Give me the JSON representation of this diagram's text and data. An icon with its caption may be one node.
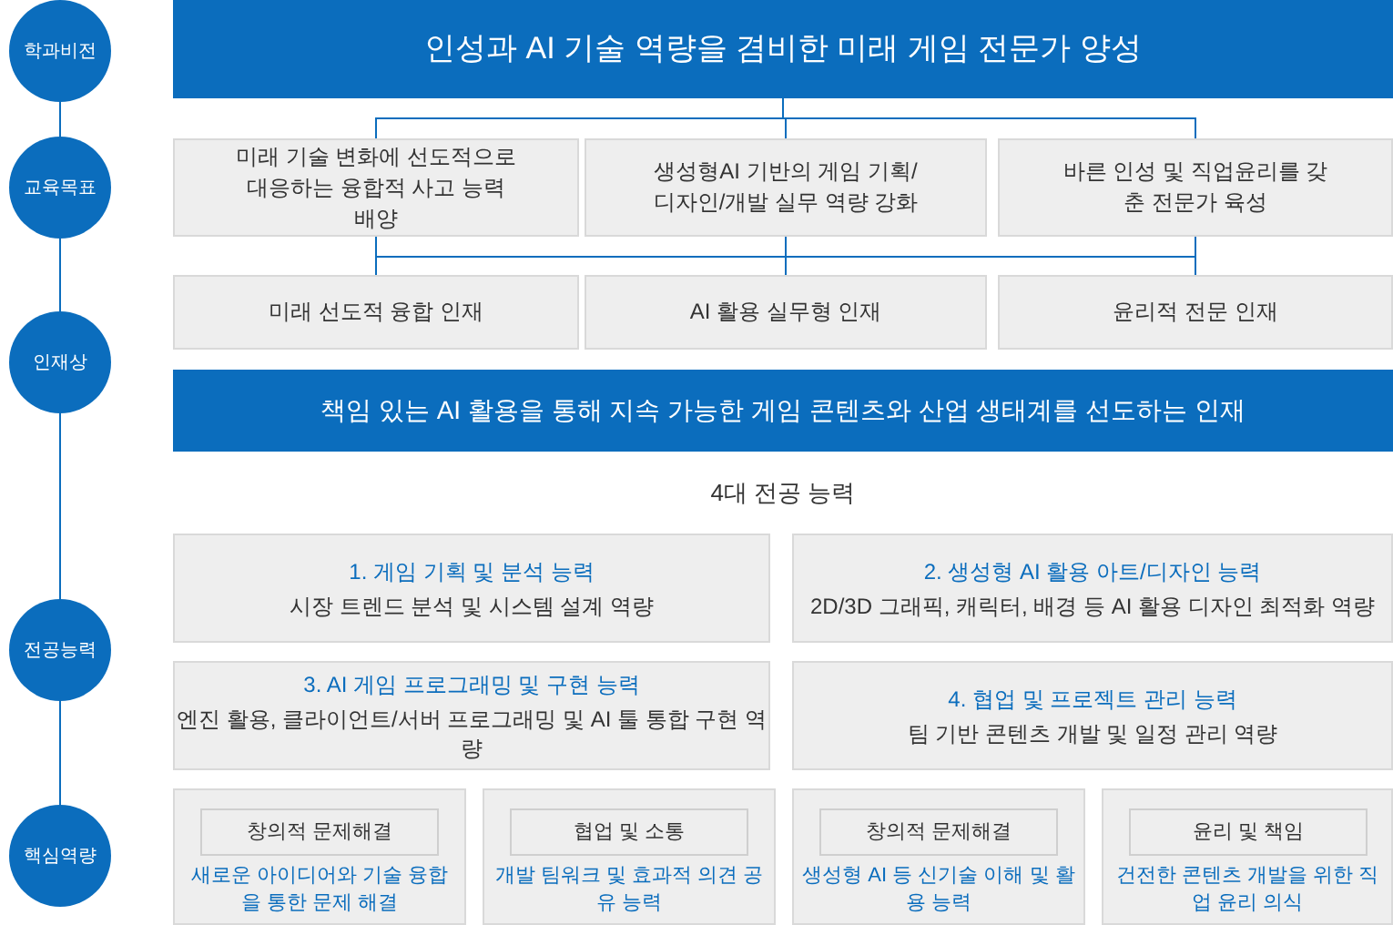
{
  "diagram": {
    "nodes": [
      {
        "text": [
          "학과비전"
        ]
      },
      {
        "text": [
          "교육목표"
        ]
      },
      {
        "text": [
          "인재상"
        ]
      },
      {
        "text": [
          "전공능력"
        ]
      },
      {
        "text": [
          "핵심역량"
        ]
      },
      {
        "text": [
          "인성과 AI 기술 역량을 겸비한 미래 게임 전문가 양성"
        ]
      },
      {
        "text": [
          "미래 기술 변화에 선도적으로 대응하는 융합적 사고 능력 배양"
        ]
      },
      {
        "text": [
          "생성형AI 기반의 게임 기획/ 디자인/개발 실무 역량 강화"
        ]
      },
      {
        "text": [
          "바른 인성 및 직업윤리를 갖춘 전문가 육성"
        ]
      },
      {
        "text": [
          "미래 선도적 융합 인재"
        ]
      },
      {
        "text": [
          "AI 활용 실무형 인재"
        ]
      },
      {
        "text": [
          "윤리적 전문 인재"
        ]
      },
      {
        "text": [
          "책임 있는 AI 활용을 통해 지속 가능한 게임 콘텐츠와 산업 생태계를 선도하는 인재"
        ]
      },
      {
        "text": [
          "1. 게임 기획 및 분석 능력",
          "시장 트렌드 분석 및 시스템 설계 역량"
        ]
      },
      {
        "text": [
          "2. 생성형 AI 활용 아트/디자인 능력",
          "2D/3D 그래픽, 캐릭터, 배경 등 AI 활용 디자인 최적화 역량"
        ]
      },
      {
        "text": [
          "3. AI 게임 프로그래밍 및 구현 능력",
          "엔진 활용, 클라이언트/서버 프로그래밍 및 AI 툴 통합 구현 역량"
        ]
      },
      {
        "text": [
          "4. 협업 및 프로젝트 관리 능력",
          "팀 기반 콘텐츠 개발 및 일정 관리 역량"
        ]
      },
      {
        "text": [
          "새로운 아이디어와 기술 융합을 통한 문제 해결"
        ]
      },
      {
        "text": [
          "창의적 문제해결"
        ],
        "in": 17
      },
      {
        "text": [
          "개발 팀워크 및 효과적 의견 공유 능력"
        ]
      },
      {
        "text": [
          "협업 및 소통"
        ],
        "in": 19
      },
      {
        "text": [
          "생성형 AI 등 신기술 이해 및 활용 능력"
        ]
      },
      {
        "text": [
          "창의적 문제해결"
        ],
        "in": 21
      },
      {
        "text": [
          "건전한 콘텐츠 개발을 위한 직업 윤리 의식"
        ]
      },
      {
        "text": [
          "윤리 및 책임"
        ],
        "in": 23
      }
    ],
    "edges": [
      {
        "from": 0,
        "to": 1,
        "arrow": "none"
      },
      {
        "from": 1,
        "to": 2,
        "arrow": "none"
      },
      {
        "from": 2,
        "to": 3,
        "arrow": "none"
      },
      {
        "from": 3,
        "to": 4,
        "arrow": "none"
      },
      {
        "from": 5,
        "to": 6,
        "arrow": "none"
      },
      {
        "from": 5,
        "to": 7,
        "arrow": "none"
      },
      {
        "from": 5,
        "to": 8,
        "arrow": "none"
      },
      {
        "from": 6,
        "to": 9,
        "arrow": "none"
      },
      {
        "from": 7,
        "to": 10,
        "arrow": "none"
      },
      {
        "from": 8,
        "to": 11,
        "arrow": "none"
      }
    ],
    "labels": [
      "4대 전공 능력"
    ]
  }
}
